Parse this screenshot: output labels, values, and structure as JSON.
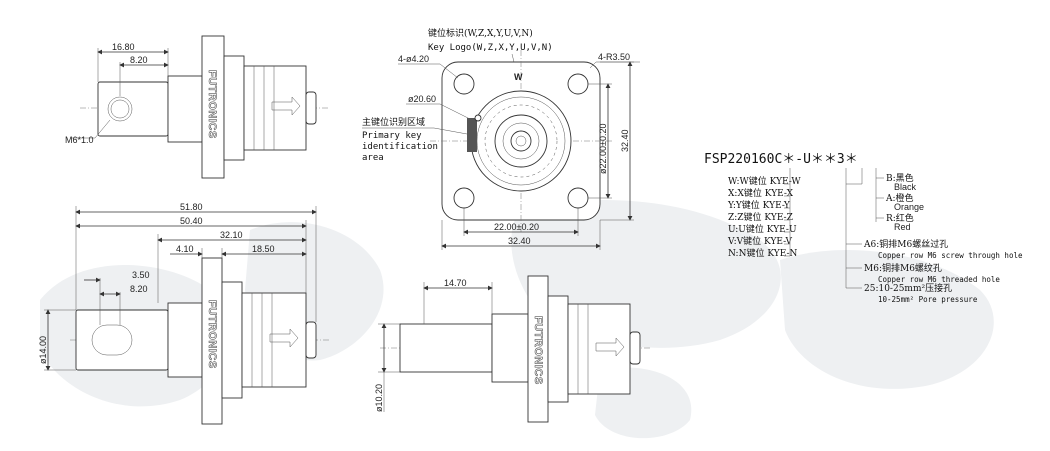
{
  "colors": {
    "line": "#333333",
    "text": "#222222",
    "background": "#ffffff"
  },
  "brand": "FUTRONICS",
  "side_view_top": {
    "dims": {
      "d1": "16.80",
      "d2": "8.20",
      "thread": "M6*1.0"
    }
  },
  "side_view_bottom": {
    "dims": {
      "overall": "51.80",
      "d2": "50.40",
      "d3": "32.10",
      "d4": "4.10",
      "d5": "18.50",
      "d6": "3.50",
      "d7": "8.20",
      "dia": "ø14.00"
    }
  },
  "front_view": {
    "key_label_cn": "键位标识(W,Z,X,Y,U,V,N)",
    "key_label_en": "Key Logo(W,Z,X,Y,U,V,N)",
    "holes": "4-ø4.20",
    "radius": "4-R3.50",
    "bore": "ø20.60",
    "primary_cn": "主键位识别区域",
    "primary_en": [
      "Primary key",
      "identification",
      "area"
    ],
    "key_mark": "W",
    "dims": {
      "pitch_h": "22.00±0.20",
      "pitch_v": "ø22.00±0.20",
      "size_h": "32.40",
      "size_v": "32.40"
    }
  },
  "bottom_view": {
    "dims": {
      "length": "14.70",
      "dia": "ø10.20"
    }
  },
  "part_number": {
    "code": "FSP220160C＊-U＊＊3＊",
    "key_options": [
      "W:W键位 KYE-W",
      "X:X键位 KYE-X",
      "Y:Y键位 KYE-Y",
      "Z:Z键位 KYE-Z",
      "U:U键位 KYE-U",
      "V:V键位 KYE-V",
      "N:N键位 KYE-N"
    ],
    "colors": [
      {
        "cn": "B:黑色",
        "en": "Black"
      },
      {
        "cn": "A:橙色",
        "en": "Orange"
      },
      {
        "cn": "R:红色",
        "en": "Red"
      }
    ],
    "terminals": [
      {
        "cn": "A6:铜排M6螺丝过孔",
        "en": "Copper row M6 screw through hole"
      },
      {
        "cn": "M6:铜排M6螺纹孔",
        "en": "Copper row M6 threaded hole"
      },
      {
        "cn": "25:10-25mm²压接孔",
        "en": "10-25mm² Pore pressure"
      }
    ]
  }
}
